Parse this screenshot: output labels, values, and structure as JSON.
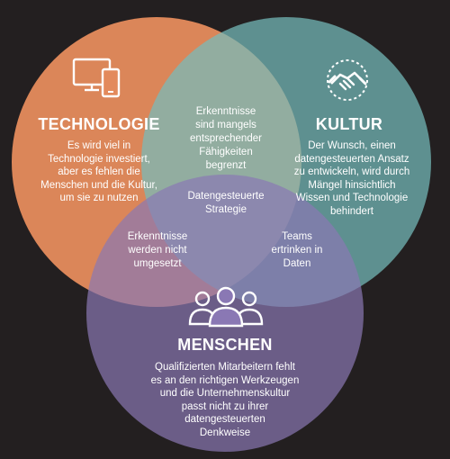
{
  "colors": {
    "background": "#231f20",
    "technologie": "#e38a5c",
    "kultur": "#76bcbb",
    "menschen": "#8a78b4"
  },
  "circles": {
    "technologie": {
      "icon": "devices-icon",
      "title": "TECHNOLOGIE",
      "lines": [
        "Es wird viel in",
        "Technologie investiert,",
        "aber es fehlen die",
        "Menschen und die Kultur,",
        "um sie zu nutzen"
      ]
    },
    "kultur": {
      "icon": "handshake-icon",
      "title": "KULTUR",
      "lines": [
        "Der Wunsch, einen",
        "datengesteuerten Ansatz",
        "zu entwickeln, wird durch",
        "Mängel hinsichtlich",
        "Wissen und Technologie",
        "behindert"
      ]
    },
    "menschen": {
      "icon": "people-icon",
      "title": "MENSCHEN",
      "lines": [
        "Qualifizierten Mitarbeitern fehlt",
        "es an den richtigen Werkzeugen",
        "und die Unternehmenskultur",
        "passt nicht zu ihrer",
        "datengesteuerten",
        "Denkweise"
      ]
    }
  },
  "overlaps": {
    "technologie_kultur": [
      "Erkenntnisse",
      "sind mangels",
      "entsprechender",
      "Fähigkeiten",
      "begrenzt"
    ],
    "center": [
      "Datengesteuerte",
      "Strategie"
    ],
    "technologie_menschen": [
      "Erkenntnisse",
      "werden nicht",
      "umgesetzt"
    ],
    "kultur_menschen": [
      "Teams",
      "ertrinken in",
      "Daten"
    ]
  }
}
